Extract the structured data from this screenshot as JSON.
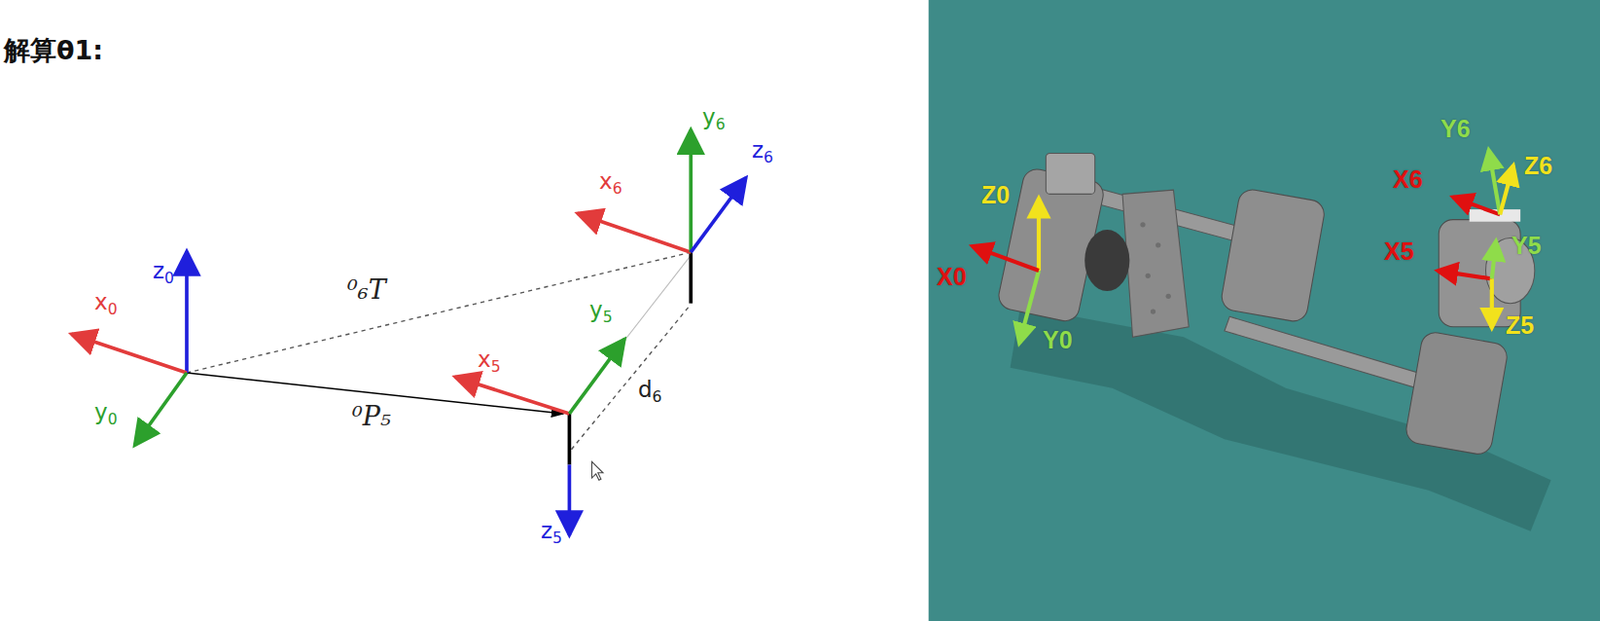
{
  "diagram": {
    "title": "解算θ1:",
    "labels": [
      "z0",
      "x0",
      "y0",
      "⁰₆T",
      "⁰P₅",
      "x5",
      "y5",
      "z5",
      "d6",
      "x6",
      "y6",
      "z6",
      "Z0",
      "X0",
      "Y0",
      "Y6",
      "X6",
      "Z6",
      "X5",
      "Y5",
      "Z5"
    ]
  }
}
